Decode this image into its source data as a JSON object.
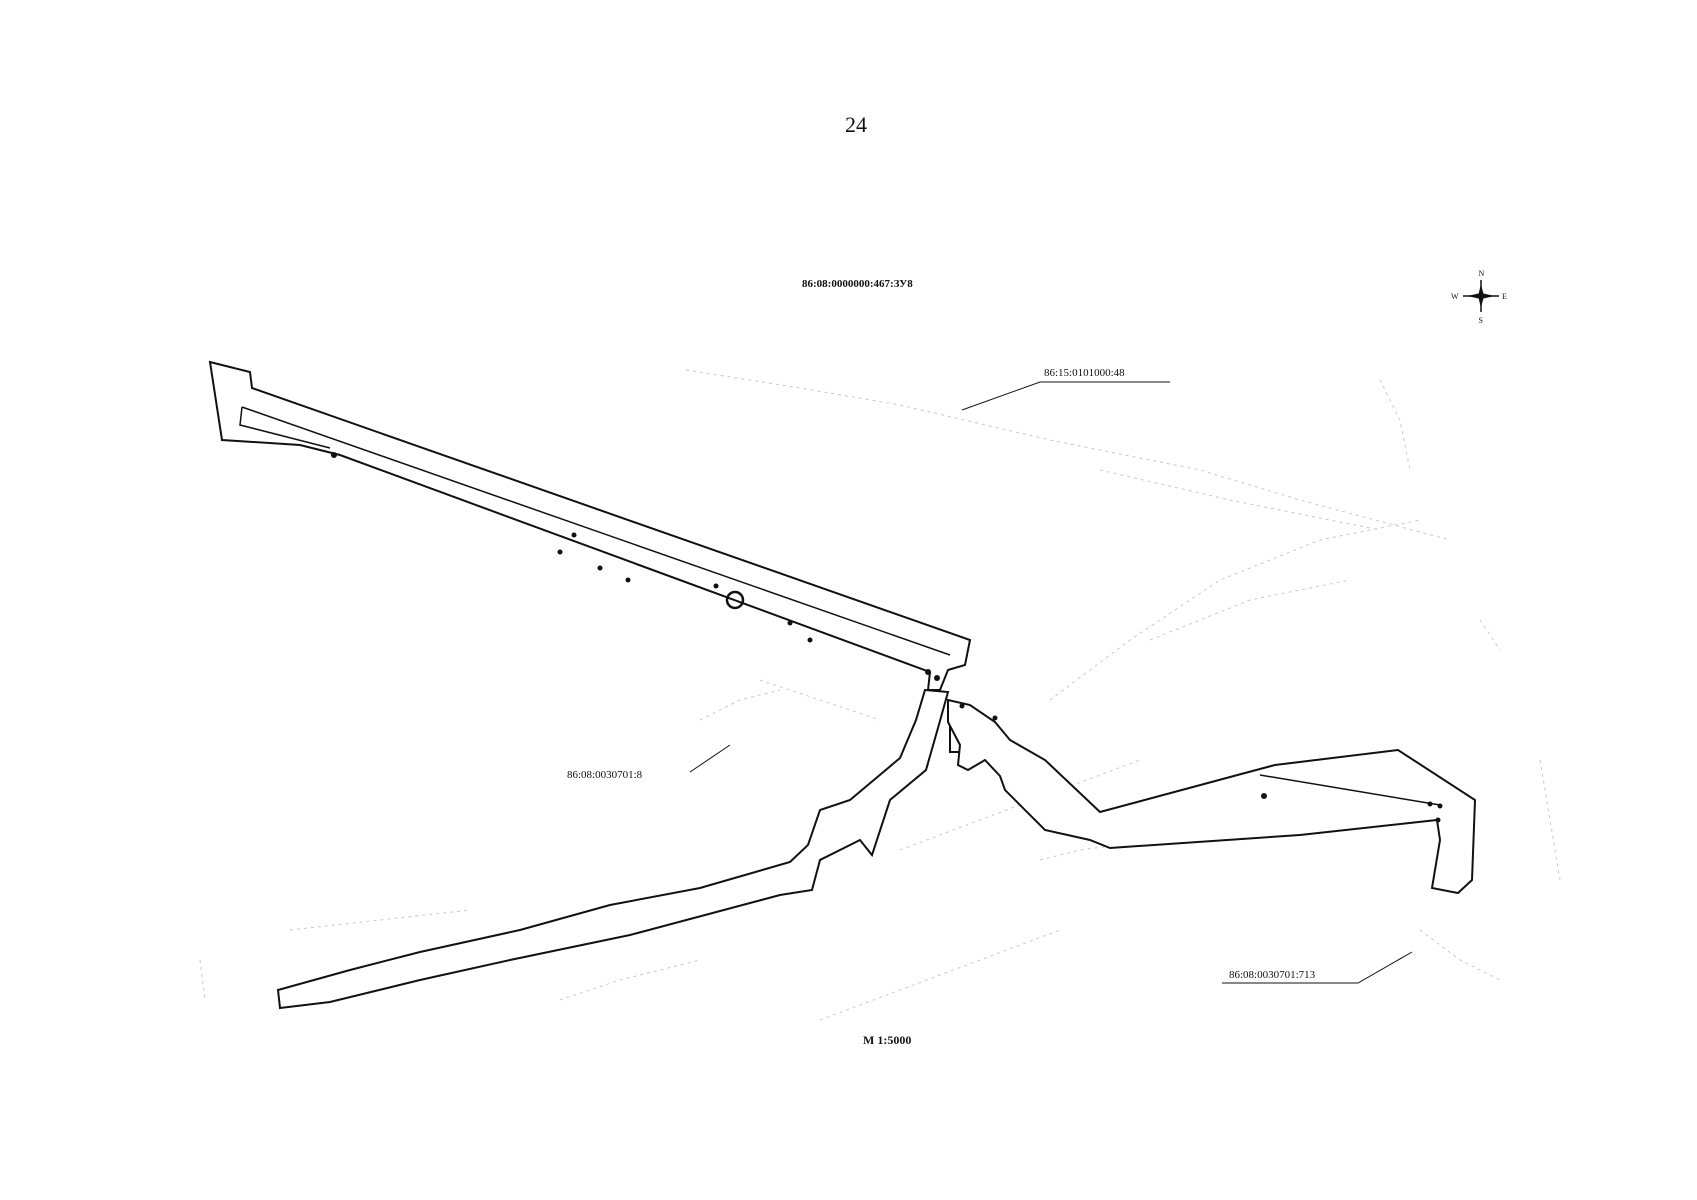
{
  "page": {
    "number": "24"
  },
  "map": {
    "scale_label": "M 1:5000",
    "parcels": {
      "top_parcel": "86:08:0000000:467:ЗУ8",
      "upper_right_parcel": "86:15:0101000:48",
      "left_parcel": "86:08:0030701:8",
      "lower_right_parcel": "86:08:0030701:713"
    },
    "compass": {
      "north": "N",
      "south": "S",
      "east": "E",
      "west": "W"
    },
    "colors": {
      "outline": "#111111",
      "background_lines": "#c8c8c8",
      "fill": "#ffffff"
    }
  }
}
